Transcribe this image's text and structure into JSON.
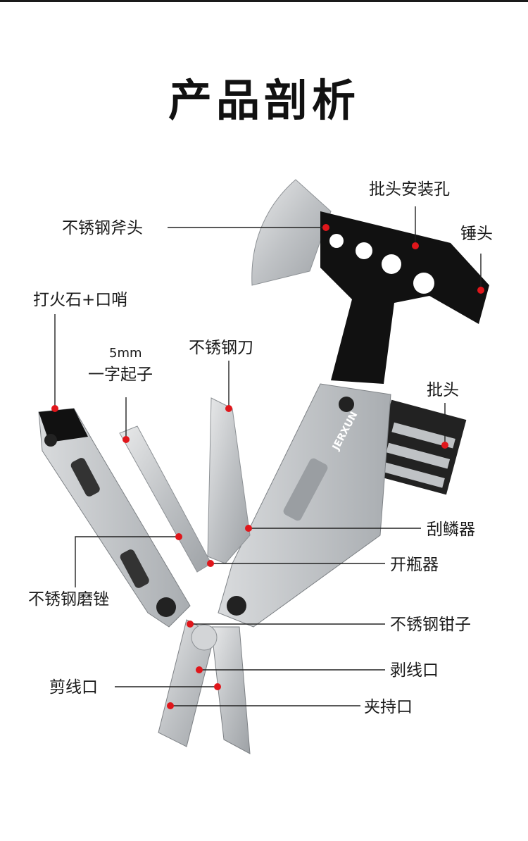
{
  "title": "产品剖析",
  "labels": {
    "axe_head": "不锈钢斧头",
    "bit_holes": "批头安装孔",
    "hammer": "锤头",
    "firestarter": "打火石+口哨",
    "screwdriver_size": "5mm",
    "screwdriver": "一字起子",
    "knife": "不锈钢刀",
    "bits": "批头",
    "scaler": "刮鳞器",
    "bottle_opener": "开瓶器",
    "file": "不锈钢磨锉",
    "pliers": "不锈钢钳子",
    "stripper": "剥线口",
    "cutter": "剪线口",
    "clamp": "夹持口"
  },
  "brand": "JERXUN",
  "colors": {
    "dot": "#e0161b",
    "line": "#222222",
    "blade": "#c9cbcd",
    "axe": "#111111"
  }
}
